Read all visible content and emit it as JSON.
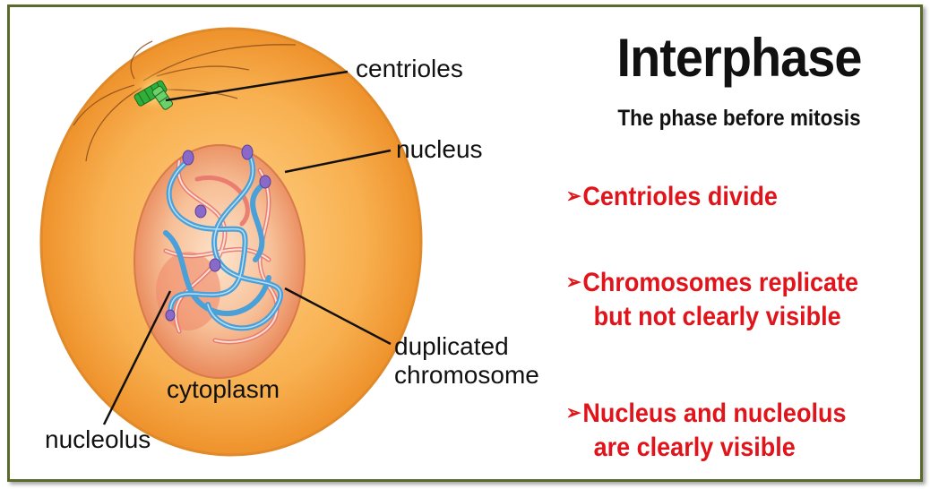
{
  "title": "Interphase",
  "subtitle": "The phase before mitosis",
  "bullets": [
    {
      "line1": "Centrioles divide",
      "line2": ""
    },
    {
      "line1": "Chromosomes replicate",
      "line2": "but not clearly visible"
    },
    {
      "line1": "Nucleus and nucleolus",
      "line2": "are clearly visible"
    }
  ],
  "bullet_marker": "➢",
  "diagram_labels": {
    "centrioles": "centrioles",
    "nucleus": "nucleus",
    "duplicated_line1": "duplicated",
    "duplicated_line2": "chromosome",
    "cytoplasm": "cytoplasm",
    "nucleolus": "nucleolus"
  },
  "colors": {
    "bullet_text": "#e0141b",
    "cell": "#f6a33c",
    "nucleus": "#f0a070",
    "chromosome": "#4aa0d8",
    "centriole": "#2fae3a",
    "frame": "#5a6a2c"
  }
}
